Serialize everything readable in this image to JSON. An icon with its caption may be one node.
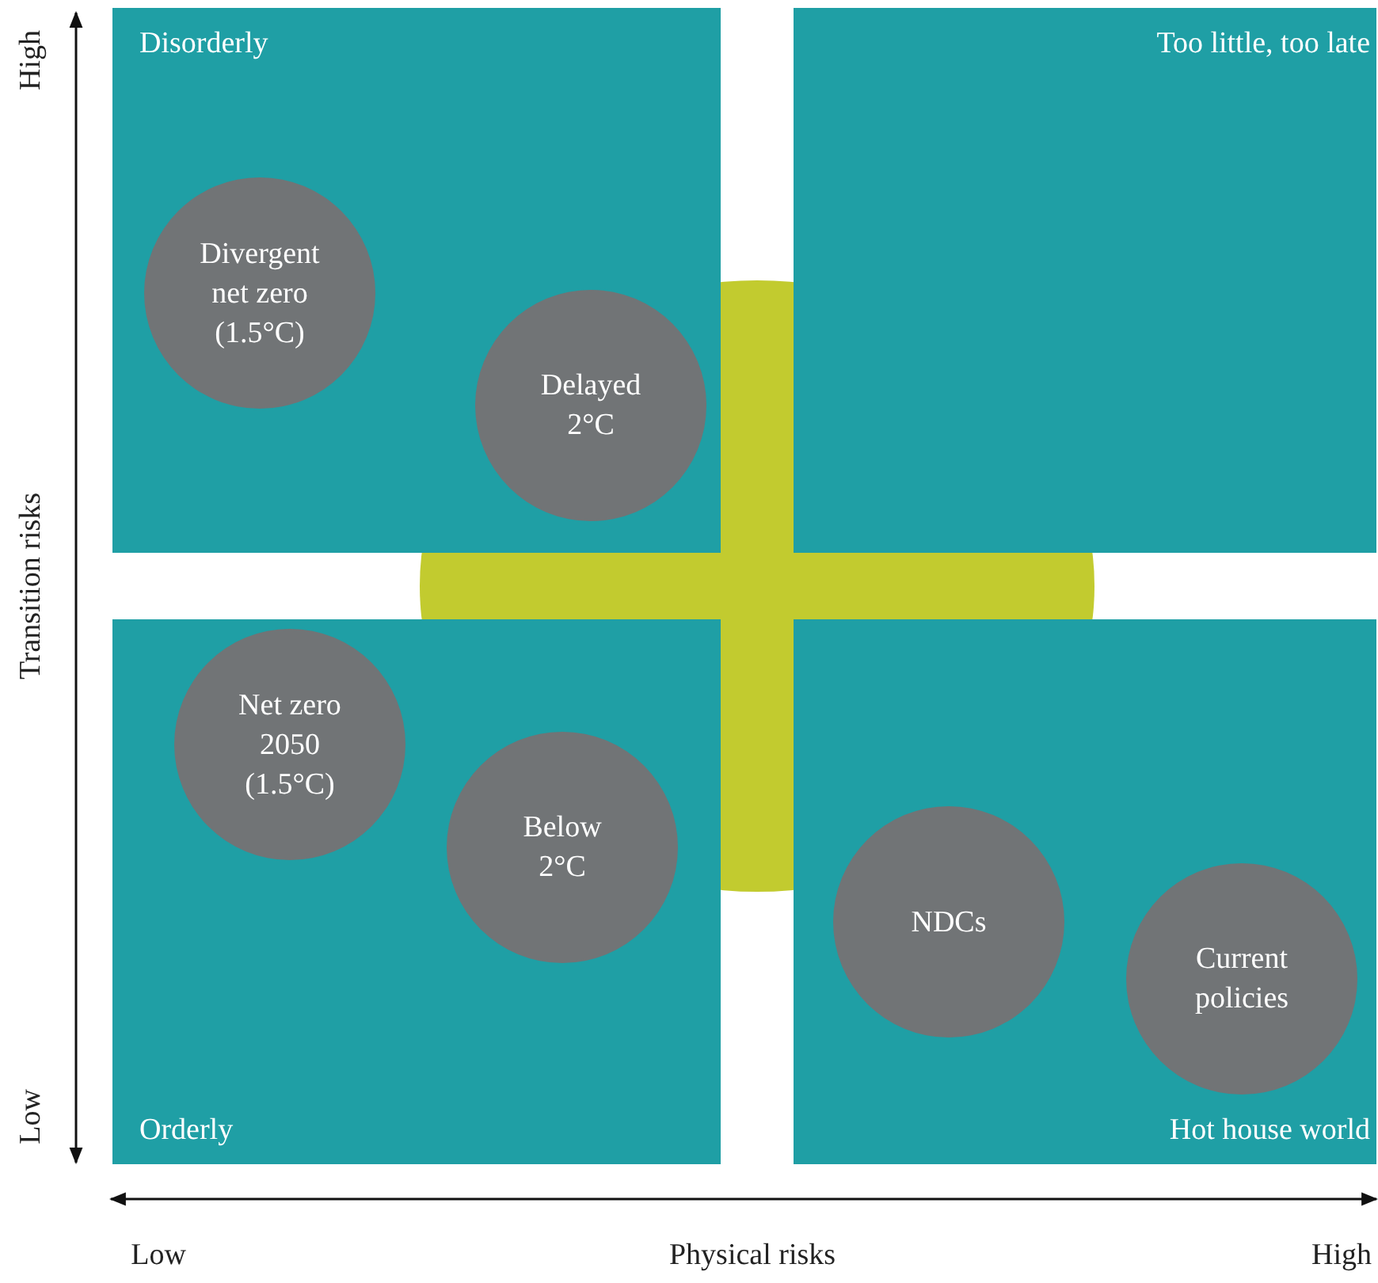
{
  "diagram": {
    "nodes": [
      {
        "text": [
          "Disorderly"
        ]
      },
      {
        "text": [
          "Divergent net zero (1.5°C)"
        ],
        "in": 0
      },
      {
        "text": [
          "Delayed 2°C"
        ],
        "in": 0
      },
      {
        "text": [
          "Too little, too late"
        ]
      },
      {
        "text": [
          "Orderly"
        ]
      },
      {
        "text": [
          "Net zero 2050 (1.5°C)"
        ],
        "in": 4
      },
      {
        "text": [
          "Below 2°C"
        ],
        "in": 4
      },
      {
        "text": [
          "Hot house world"
        ]
      },
      {
        "text": [
          "NDCs"
        ],
        "in": 7
      },
      {
        "text": [
          "Current policies"
        ],
        "in": 7
      }
    ],
    "labels": [
      "High",
      "Transition risks",
      "Low",
      "Low",
      "Physical risks",
      "High"
    ]
  }
}
